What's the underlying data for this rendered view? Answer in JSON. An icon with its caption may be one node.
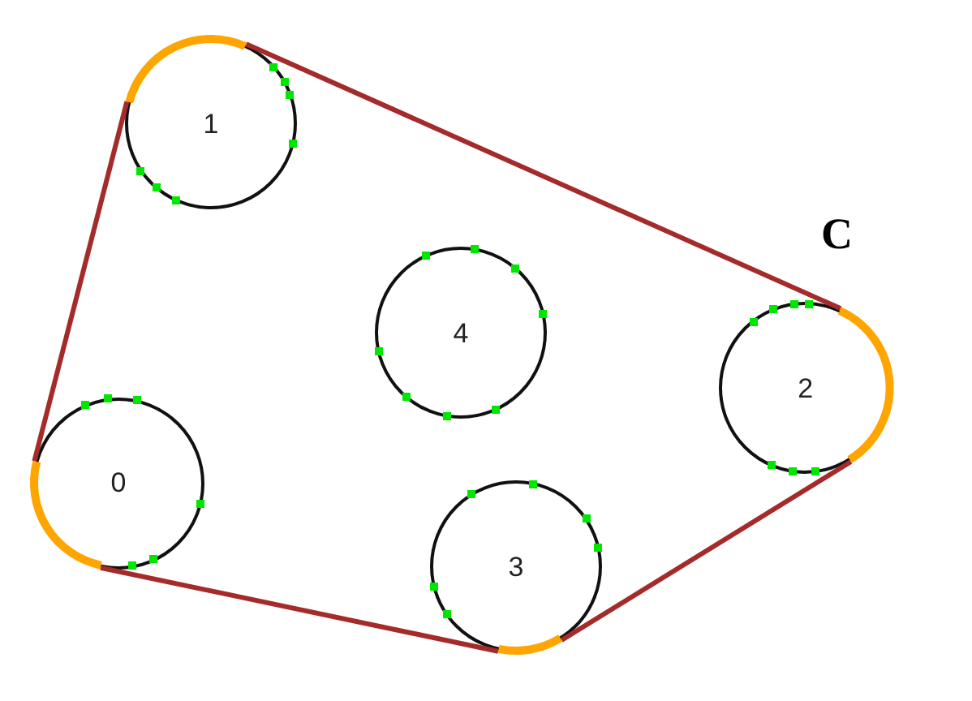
{
  "diagram": {
    "nodes": [
      {
        "text": [
          "0"
        ]
      },
      {
        "text": [
          "1"
        ]
      },
      {
        "text": [
          "2"
        ]
      },
      {
        "text": [
          "3"
        ]
      },
      {
        "text": [
          "4"
        ]
      }
    ],
    "edges": [
      {
        "from": 0,
        "to": 1,
        "arrow": "none"
      },
      {
        "from": 1,
        "to": 2,
        "arrow": "none"
      },
      {
        "from": 2,
        "to": 3,
        "arrow": "none"
      },
      {
        "from": 3,
        "to": 0,
        "arrow": "none"
      }
    ],
    "labels": [
      "C"
    ]
  }
}
